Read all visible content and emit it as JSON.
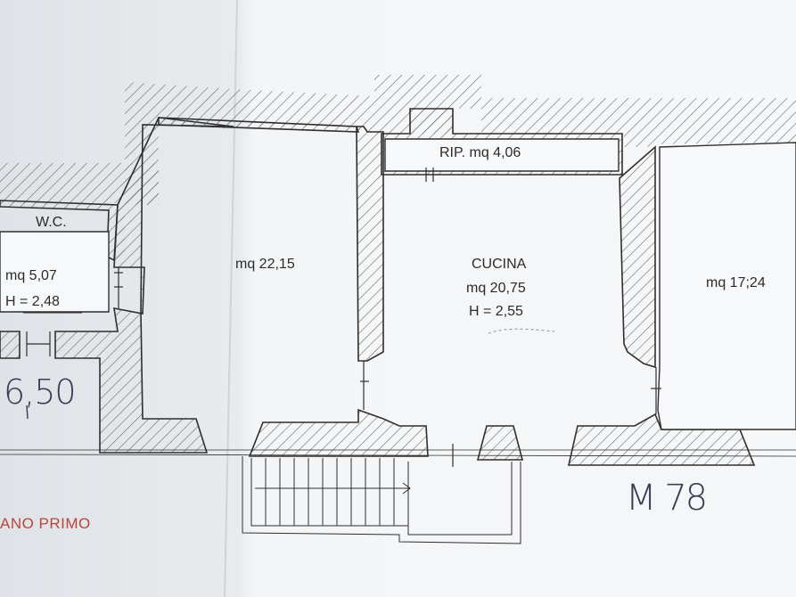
{
  "rooms": {
    "wc": {
      "name": "W.C.",
      "area": "mq 5,07",
      "height": "H = 2,48"
    },
    "room_left": {
      "area": "mq 22,15"
    },
    "ripostiglio": {
      "label": "RIP. mq 4,06"
    },
    "cucina": {
      "name": "CUCINA",
      "area": "mq 20,75",
      "height": "H = 2,55"
    },
    "room_right": {
      "area": "mq 17;24"
    }
  },
  "handwritten": {
    "dimension_left": "6,50",
    "note_right": "M 78"
  },
  "floor_label": "ANO PRIMO",
  "colors": {
    "wall_line": "#2f2f2f",
    "hatch": "#6a6a6a",
    "paper": "#f4f6f8",
    "red_text": "#b8463f",
    "pen": "#3a3d55"
  }
}
